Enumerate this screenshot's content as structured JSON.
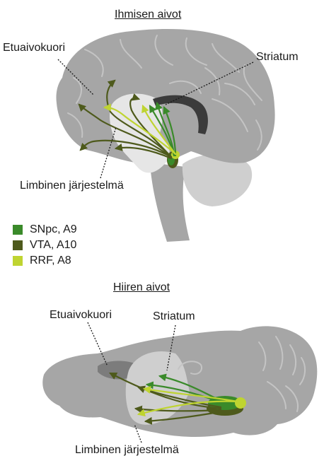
{
  "human": {
    "title": "Ihmisen aivot",
    "labels": {
      "cortex": "Etuaivokuori",
      "striatum": "Striatum",
      "limbic": "Limbinen järjestelmä"
    }
  },
  "mouse": {
    "title": "Hiiren aivot",
    "labels": {
      "cortex": "Etuaivokuori",
      "striatum": "Striatum",
      "limbic": "Limbinen järjestelmä"
    }
  },
  "legend": [
    {
      "label": "SNpc, A9",
      "color": "#3a8a2a"
    },
    {
      "label": "VTA, A10",
      "color": "#4e5a1c"
    },
    {
      "label": "RRF, A8",
      "color": "#bfd431"
    }
  ],
  "colors": {
    "brain": "#a6a6a6",
    "brain_light": "#cfcfcf",
    "inner": "#e6e6e6",
    "ventricle": "#3b3b3b",
    "gyri_line": "#c4c4c4"
  }
}
